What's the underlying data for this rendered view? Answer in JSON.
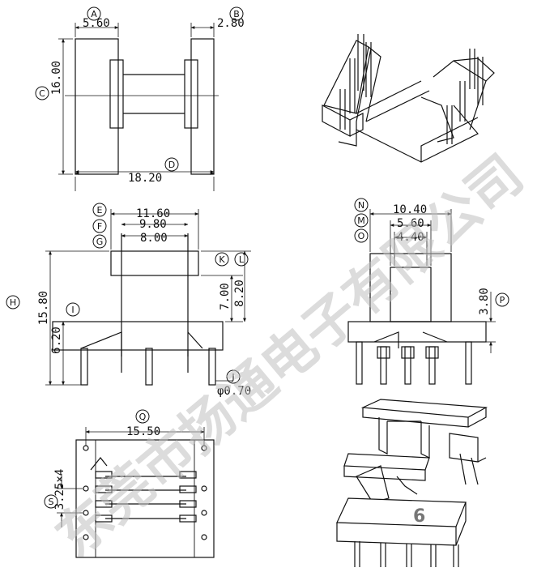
{
  "front_view": {
    "dims": [
      {
        "tag": "A",
        "value": "5.60"
      },
      {
        "tag": "B",
        "value": "2.80"
      },
      {
        "tag": "C",
        "value": "16.00"
      },
      {
        "tag": "D",
        "value": "18.20"
      }
    ]
  },
  "side_view": {
    "dims": [
      {
        "tag": "E",
        "value": "11.60"
      },
      {
        "tag": "F",
        "value": "9.80"
      },
      {
        "tag": "G",
        "value": "8.00"
      },
      {
        "tag": "H",
        "value": "15.80"
      },
      {
        "tag": "I",
        "value": "6.20"
      },
      {
        "tag": "K",
        "value": "7.00"
      },
      {
        "tag": "L",
        "value": "8.20"
      },
      {
        "tag": "J",
        "value": "φ0.70"
      }
    ]
  },
  "end_view": {
    "dims": [
      {
        "tag": "N",
        "value": "10.40"
      },
      {
        "tag": "M",
        "value": "5.60"
      },
      {
        "tag": "O",
        "value": "4.40"
      },
      {
        "tag": "P",
        "value": "3.80"
      }
    ]
  },
  "bottom_view": {
    "dims": [
      {
        "tag": "Q",
        "value": "15.50"
      },
      {
        "tag": "S",
        "value": "3.25×4"
      }
    ]
  },
  "watermark": "东莞市扬通电子有限公司",
  "page_number": "6"
}
